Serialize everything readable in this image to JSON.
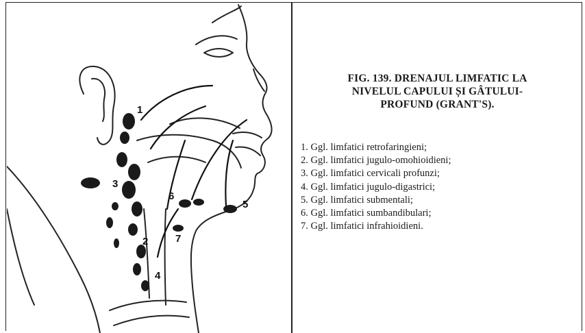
{
  "figure": {
    "title_lines": [
      "FIG. 139. DRENAJUL LIMFATIC LA",
      "NIVELUL CAPULUI ȘI GÂTULUI-",
      "PROFUND (GRANT'S)."
    ],
    "legend": [
      "1. Ggl. limfatici retrofaringieni;",
      "2. Ggl. limfatici jugulo-omohioidieni;",
      "3. Ggl. limfatici cervicali profunzi;",
      "4. Ggl. limfatici jugulo-digastrici;",
      "5. Ggl. limfatici submentali;",
      "6. Ggl. limfatici sumbandibulari;",
      "7. Ggl. limfatici infrahioidieni."
    ],
    "drawing_labels": [
      "1",
      "2",
      "3",
      "4",
      "5",
      "6",
      "7"
    ]
  }
}
